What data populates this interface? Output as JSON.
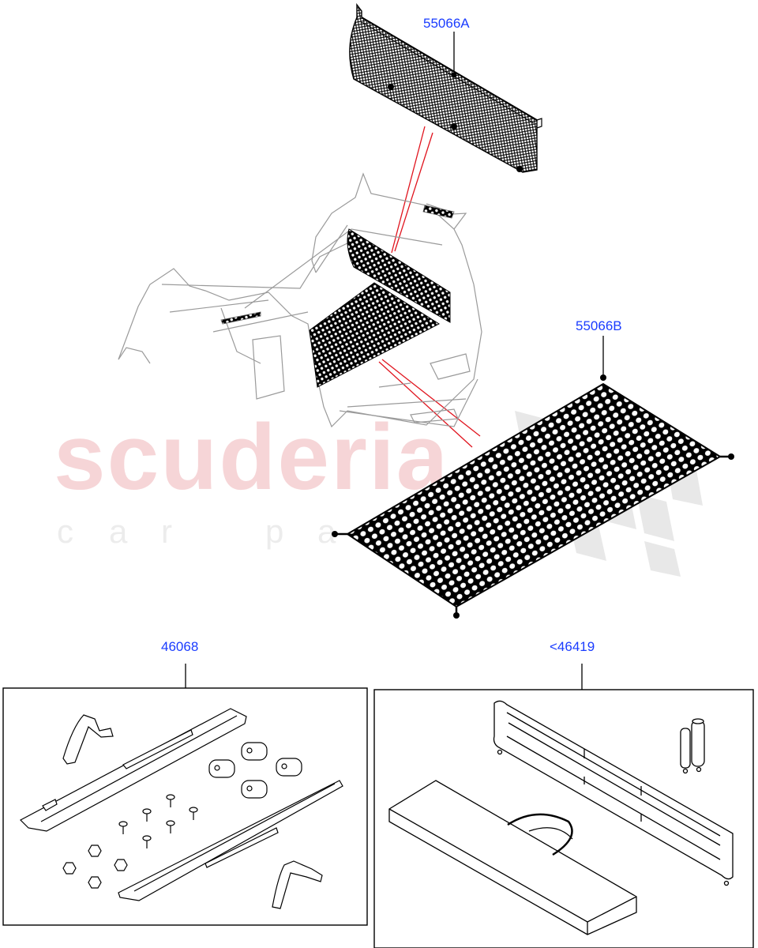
{
  "diagram": {
    "type": "parts-exploded-view",
    "background": "#ffffff",
    "callout_color": "#1a3cff",
    "leader_color": "#e0141e",
    "line_color": "#000000",
    "context_line_color": "#9a9a9a"
  },
  "watermark": {
    "main": "scuderia",
    "sub_letters": [
      "c",
      "a",
      "r",
      "",
      "p",
      "a"
    ],
    "main_color": "#f6d5d7",
    "sub_color": "#ececec"
  },
  "callouts": [
    {
      "id": "55066A",
      "label": "55066A",
      "part": "upper-cargo-net"
    },
    {
      "id": "55066B",
      "label": "55066B",
      "part": "floor-cargo-net"
    },
    {
      "id": "46068",
      "label": "46068",
      "part": "rail-kit"
    },
    {
      "id": "46419",
      "label": "<46419",
      "part": "partition-kit"
    }
  ],
  "kits": [
    {
      "callout": "46068",
      "components": [
        "mounting-bracket",
        "floor-rail",
        "floor-rail",
        "rail-clip",
        "rail-clip",
        "rail-clip",
        "rail-clip",
        "screw",
        "screw",
        "screw",
        "screw",
        "screw",
        "screw",
        "screw",
        "nut",
        "nut",
        "nut",
        "nut",
        "mounting-bracket"
      ]
    },
    {
      "callout": "46419",
      "components": [
        "partition-frame",
        "support-posts",
        "storage-bag-with-strap"
      ]
    }
  ]
}
